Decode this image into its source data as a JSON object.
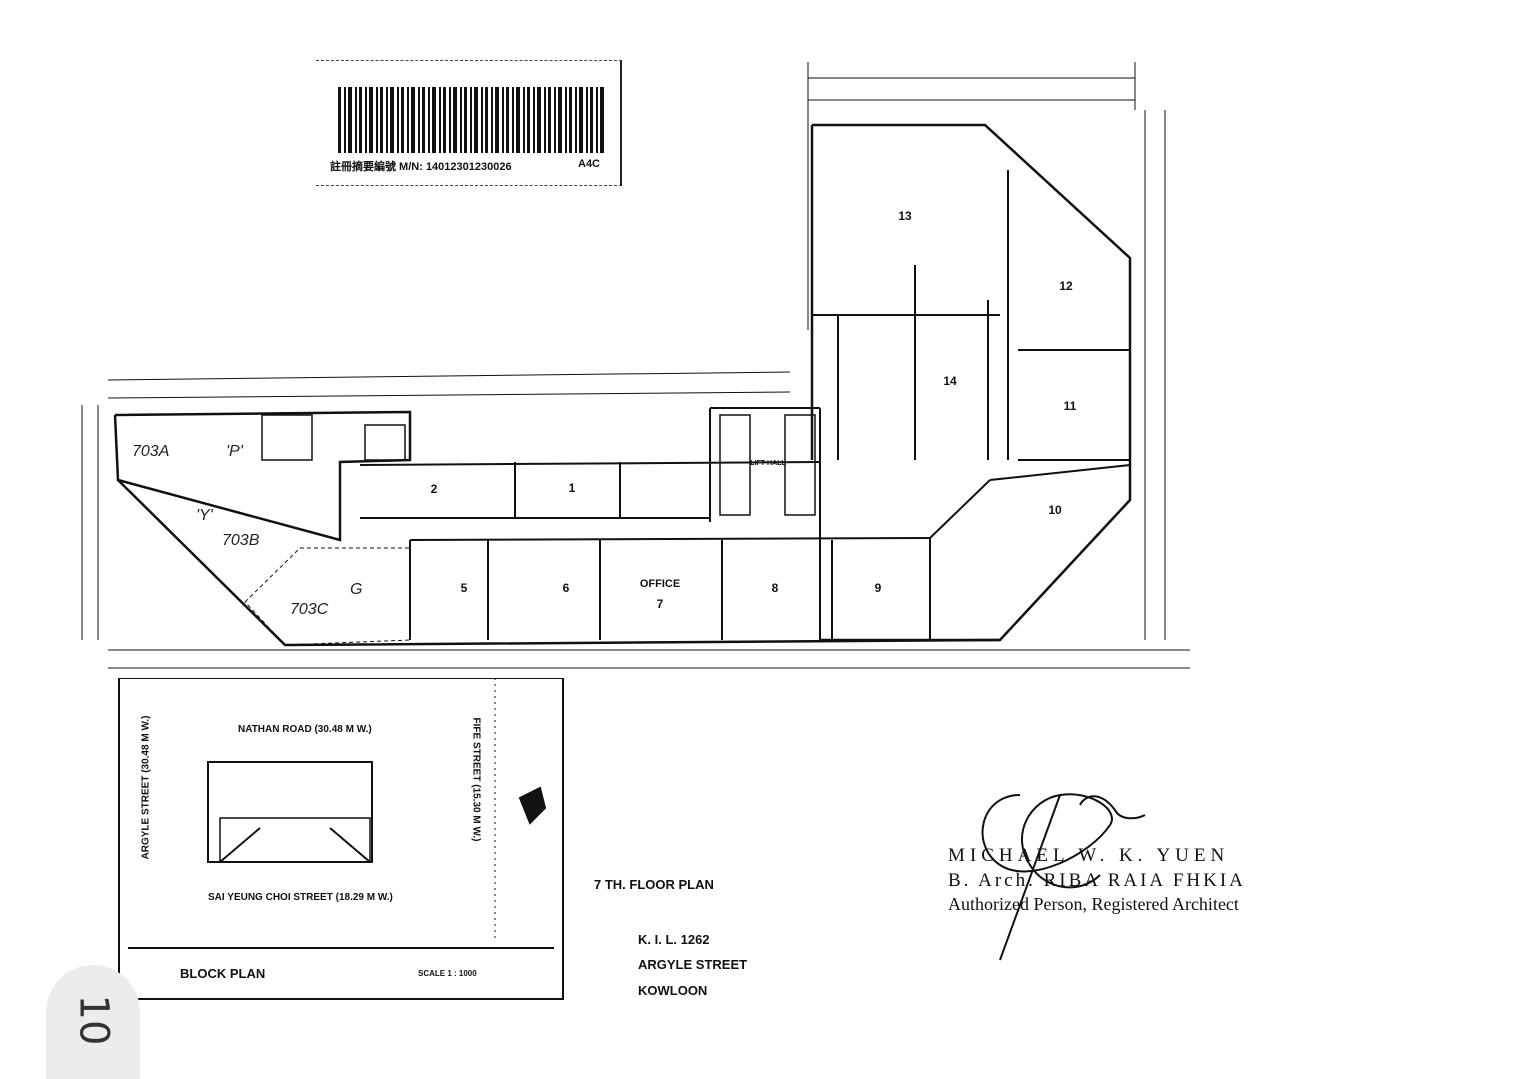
{
  "barcode": {
    "label": "註冊摘要編號 M/N: 14012301230026",
    "code": "A4C"
  },
  "floor_plan": {
    "units": [
      "1",
      "2",
      "5",
      "6",
      "7",
      "8",
      "9",
      "10",
      "11",
      "12",
      "13",
      "14"
    ],
    "office_label": "OFFICE",
    "lift_label": "LIFT HALL",
    "handwritten": {
      "a": "703A",
      "a_mark": "'P'",
      "b": "703B",
      "b_mark": "'Y'",
      "c": "703C",
      "c_mark": "G"
    }
  },
  "block_plan": {
    "title": "BLOCK PLAN",
    "scale": "SCALE 1 : 1000",
    "street_top": "NATHAN ROAD (30.48 M W.)",
    "street_bottom": "SAI YEUNG CHOI STREET (18.29 M W.)",
    "street_left": "ARGYLE STREET (30.48 M W.)",
    "street_right": "FIFE STREET (15.30 M W.)"
  },
  "plan_title": "7 TH. FLOOR PLAN",
  "lot": {
    "number": "K. I. L. 1262",
    "street": "ARGYLE STREET",
    "district": "KOWLOON"
  },
  "architect": {
    "name": "MICHAEL W. K. YUEN",
    "qualifications": "B. Arch. RIBA RAIA FHKIA",
    "role": "Authorized Person, Registered Architect"
  },
  "page_number": "10"
}
